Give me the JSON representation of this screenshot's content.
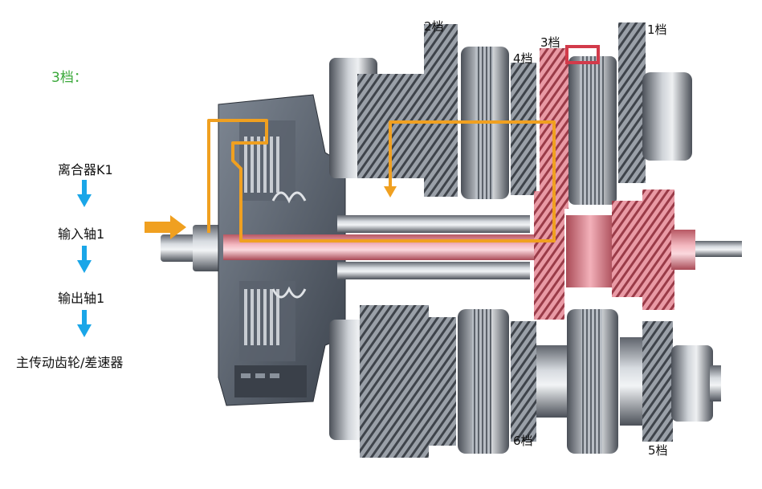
{
  "title": "3档：",
  "flow": {
    "steps": [
      "离合器K1",
      "输入轴1",
      "输出轴1",
      "主传动齿轮/差速器"
    ]
  },
  "gear_labels": {
    "g1": "1档",
    "g2": "2档",
    "g3": "3档",
    "g4": "4档",
    "g5": "5档",
    "g6": "6档"
  },
  "colors": {
    "title": "#3aa83a",
    "flow_arrow": "#1aa6e8",
    "power_path": "#f0a020",
    "input_shaft": "#e88b96",
    "steel": "#8a9099"
  }
}
